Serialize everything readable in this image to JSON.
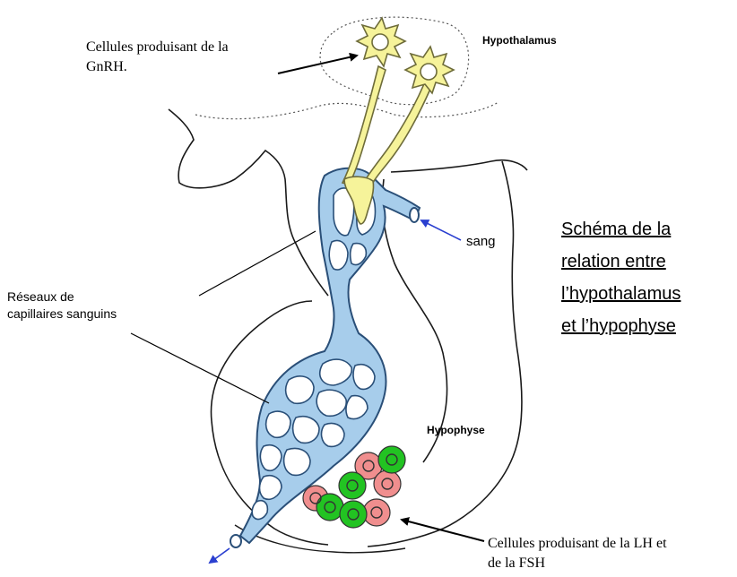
{
  "labels": {
    "gnrh_cells": [
      "Cellules produisant de la",
      "GnRH."
    ],
    "hypothalamus": "Hypothalamus",
    "sang": "sang",
    "capillaries": [
      "Réseaux de",
      "capillaires sanguins"
    ],
    "hypophyse": "Hypophyse",
    "lh_fsh_cells": [
      "Cellules produisant de la LH et",
      "de la FSH"
    ]
  },
  "title_lines": [
    "Schéma de la",
    "relation entre",
    "l’hypothalamus",
    "et l’hypophyse"
  ],
  "colors": {
    "neuron_fill": "#f6f39a",
    "neuron_stroke": "#6e6c3a",
    "vessel_fill": "#a7cdeb",
    "vessel_stroke": "#2a4f78",
    "green_cell": "#22c322",
    "pink_cell": "#f08e8e",
    "arrow_blue": "#2a3fd0"
  }
}
